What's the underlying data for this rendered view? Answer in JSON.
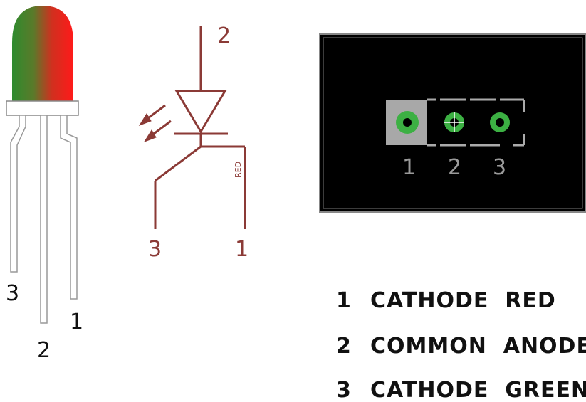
{
  "led": {
    "pin_labels": [
      "3",
      "2",
      "1"
    ],
    "colors": {
      "red": "#ff1a1a",
      "green": "#2e8b2e"
    }
  },
  "schematic": {
    "pin_top": "2",
    "pin_left": "3",
    "pin_right": "1",
    "net_label": "RED",
    "line_color": "#8b3a36"
  },
  "pcb": {
    "pad_labels": [
      "1",
      "2",
      "3"
    ],
    "pad_color": "#3cb043",
    "board_color": "#000000"
  },
  "legend": [
    {
      "num": "1",
      "text": "CATHODE  RED"
    },
    {
      "num": "2",
      "text": "COMMON  ANODE"
    },
    {
      "num": "3",
      "text": "CATHODE  GREEN"
    }
  ]
}
